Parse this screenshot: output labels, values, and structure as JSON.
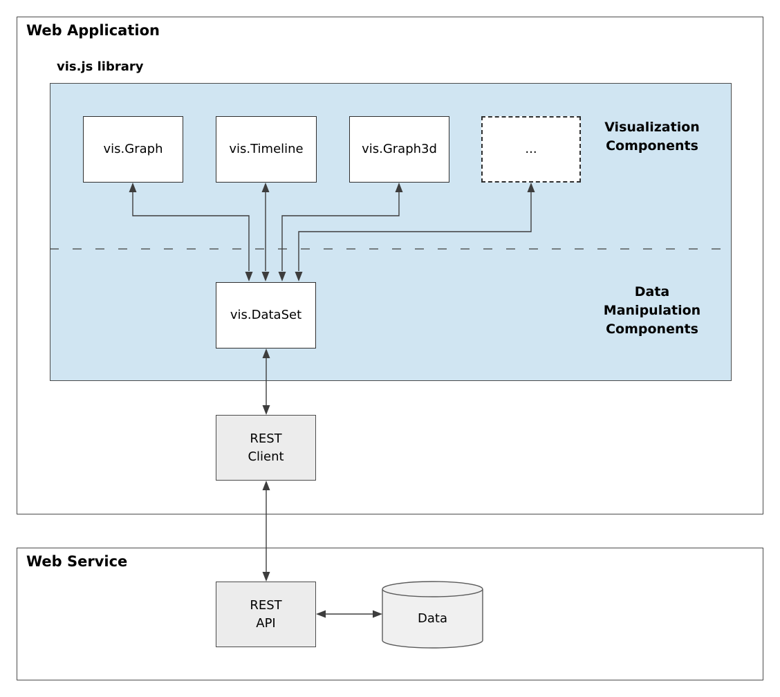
{
  "colors": {
    "library_fill": "#d0e5f2",
    "box_fill": "#ffffff",
    "box_border": "#2e2e2e",
    "frame_border": "#4a4a4a",
    "gray_fill": "#ececec",
    "cylinder_fill": "#f0f0f0",
    "cyl_border": "#5a5a5a",
    "arrow": "#3d3d3d",
    "text": "#000000"
  },
  "web_application": {
    "title": "Web Application",
    "library": {
      "title": "vis.js library",
      "components": [
        "vis.Graph",
        "vis.Timeline",
        "vis.Graph3d",
        "..."
      ],
      "visualization_label": "Visualization\nComponents",
      "data_manipulation_label": "Data\nManipulation\nComponents",
      "dataset": "vis.DataSet"
    },
    "rest_client": "REST\nClient"
  },
  "web_service": {
    "title": "Web Service",
    "rest_api": "REST\nAPI",
    "data_store": "Data"
  }
}
